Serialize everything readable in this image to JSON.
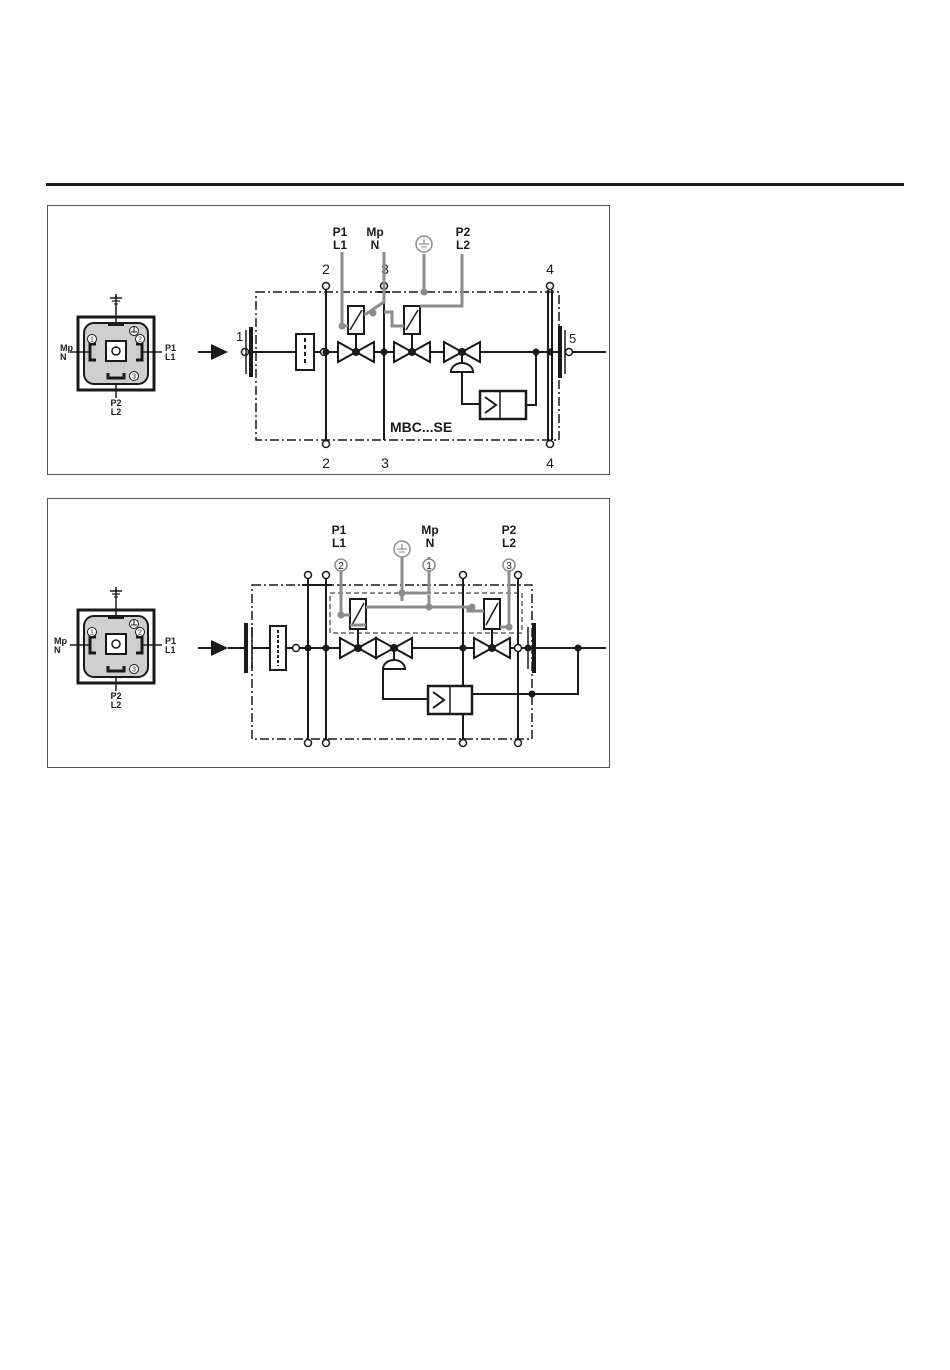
{
  "diagram1": {
    "connector": {
      "left_top": "Mp",
      "left_bottom": "N",
      "right_top": "P1",
      "right_bottom": "L1",
      "bottom_top": "P2",
      "bottom_bottom": "L2",
      "pin1": "1",
      "pin2": "2",
      "pin3": "3"
    },
    "terminals": {
      "p1": "P1",
      "l1": "L1",
      "mp": "Mp",
      "n": "N",
      "p2": "P2",
      "l2": "L2"
    },
    "port_numbers": {
      "top_2": "2",
      "top_3": "3",
      "top_4": "4",
      "bottom_2": "2",
      "bottom_3": "3",
      "bottom_4": "4",
      "inlet_1": "1",
      "outlet_5": "5"
    },
    "model_label": "MBC...SE"
  },
  "diagram2": {
    "connector": {
      "left_top": "Mp",
      "left_bottom": "N",
      "right_top": "P1",
      "right_bottom": "L1",
      "bottom_top": "P2",
      "bottom_bottom": "L2",
      "pin1": "1",
      "pin2": "2",
      "pin3": "3"
    },
    "terminals": {
      "p1": "P1",
      "l1": "L1",
      "mp": "Mp",
      "n": "N",
      "p2": "P2",
      "l2": "L2"
    },
    "pins": {
      "p1": "2",
      "mp": "1",
      "p2": "3"
    }
  },
  "colors": {
    "line": "#1a1a1a",
    "wire": "#8c8c8c",
    "connector_fill": "#cfcfcf"
  }
}
